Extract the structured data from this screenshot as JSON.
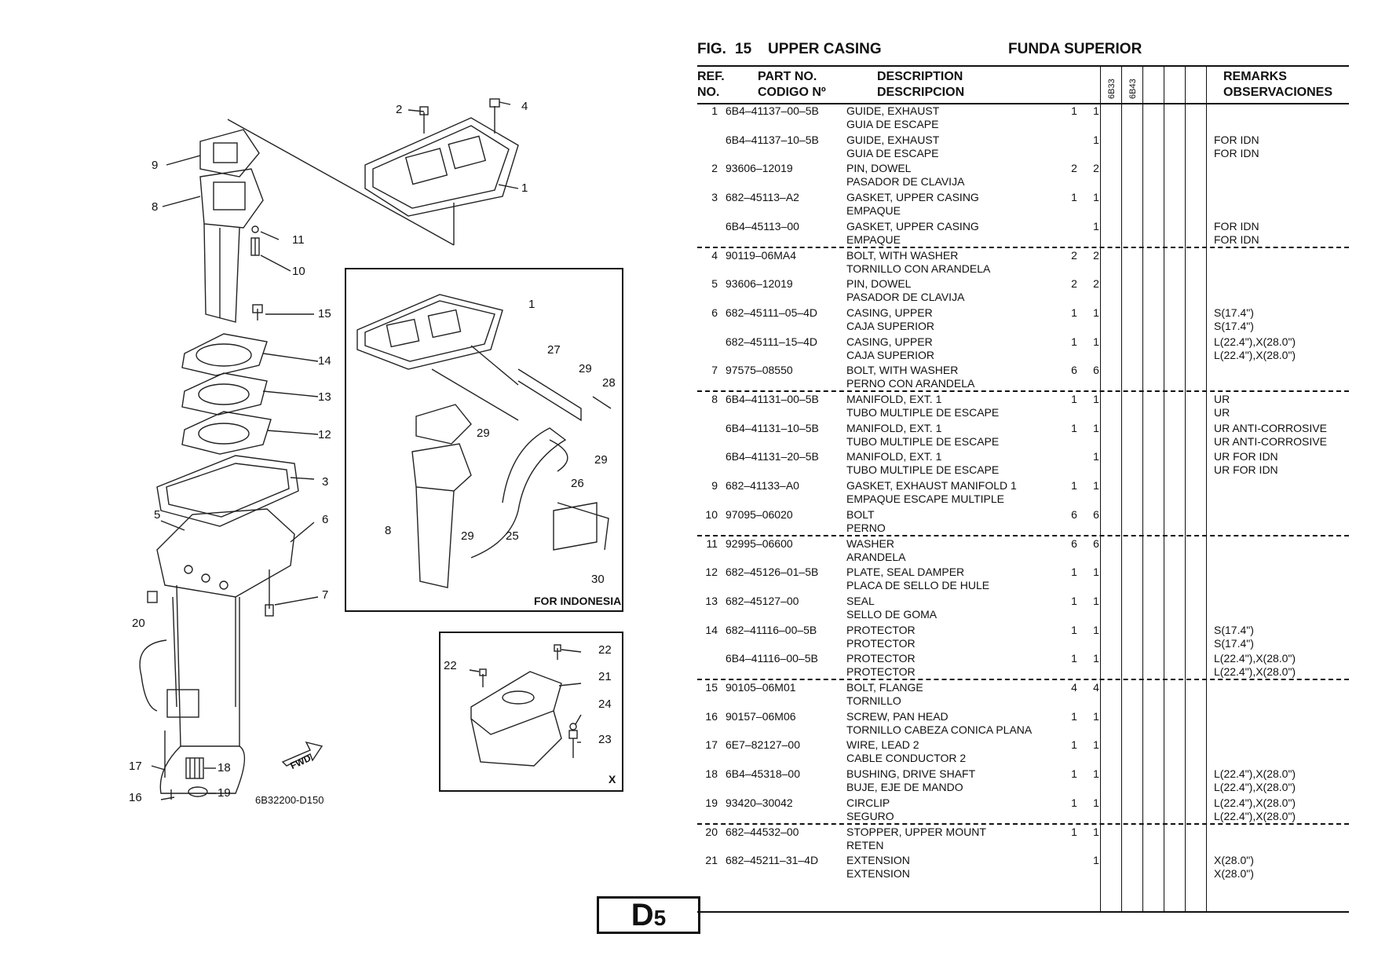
{
  "figure": {
    "fig_label": "FIG.",
    "fig_number": "15",
    "title_en": "UPPER CASING",
    "title_es": "FUNDA SUPERIOR"
  },
  "table_headers": {
    "ref_1": "REF.",
    "ref_2": "NO.",
    "part_1": "PART NO.",
    "part_2": "CODIGO Nº",
    "desc_1": "DESCRIPTION",
    "desc_2": "DESCRIPCION",
    "model_1": "6B33",
    "model_2": "6B43",
    "remarks_1": "REMARKS",
    "remarks_2": "OBSERVACIONES"
  },
  "rows": [
    {
      "ref": "1",
      "part": "6B4–41137–00–5B",
      "desc_en": "GUIDE, EXHAUST",
      "desc_es": "GUIA DE ESCAPE",
      "q1": "1",
      "q2": "1",
      "rem_1": "",
      "rem_2": ""
    },
    {
      "ref": "",
      "part": "6B4–41137–10–5B",
      "desc_en": "GUIDE, EXHAUST",
      "desc_es": "GUIA DE ESCAPE",
      "q1": "",
      "q2": "1",
      "rem_1": "FOR IDN",
      "rem_2": "FOR IDN"
    },
    {
      "ref": "2",
      "part": "93606–12019",
      "desc_en": "PIN, DOWEL",
      "desc_es": "PASADOR DE CLAVIJA",
      "q1": "2",
      "q2": "2",
      "rem_1": "",
      "rem_2": ""
    },
    {
      "ref": "3",
      "part": "682–45113–A2",
      "desc_en": "GASKET, UPPER CASING",
      "desc_es": "EMPAQUE",
      "q1": "1",
      "q2": "1",
      "rem_1": "",
      "rem_2": ""
    },
    {
      "ref": "",
      "part": "6B4–45113–00",
      "desc_en": "GASKET, UPPER CASING",
      "desc_es": "EMPAQUE",
      "q1": "",
      "q2": "1",
      "rem_1": "FOR IDN",
      "rem_2": "FOR IDN"
    },
    {
      "ref": "4",
      "part": "90119–06MA4",
      "desc_en": "BOLT, WITH WASHER",
      "desc_es": "TORNILLO CON ARANDELA",
      "q1": "2",
      "q2": "2",
      "rem_1": "",
      "rem_2": ""
    },
    {
      "ref": "5",
      "part": "93606–12019",
      "desc_en": "PIN, DOWEL",
      "desc_es": "PASADOR DE CLAVIJA",
      "q1": "2",
      "q2": "2",
      "rem_1": "",
      "rem_2": ""
    },
    {
      "ref": "6",
      "part": "682–45111–05–4D",
      "desc_en": "CASING, UPPER",
      "desc_es": "CAJA SUPERIOR",
      "q1": "1",
      "q2": "1",
      "rem_1": "S(17.4\")",
      "rem_2": "S(17.4\")"
    },
    {
      "ref": "",
      "part": "682–45111–15–4D",
      "desc_en": "CASING, UPPER",
      "desc_es": "CAJA SUPERIOR",
      "q1": "1",
      "q2": "1",
      "rem_1": "L(22.4\"),X(28.0\")",
      "rem_2": "L(22.4\"),X(28.0\")"
    },
    {
      "ref": "7",
      "part": "97575–08550",
      "desc_en": "BOLT, WITH WASHER",
      "desc_es": "PERNO CON ARANDELA",
      "q1": "6",
      "q2": "6",
      "rem_1": "",
      "rem_2": ""
    },
    {
      "ref": "8",
      "part": "6B4–41131–00–5B",
      "desc_en": "MANIFOLD, EXT. 1",
      "desc_es": "TUBO MULTIPLE DE ESCAPE",
      "q1": "1",
      "q2": "1",
      "rem_1": "UR",
      "rem_2": "UR"
    },
    {
      "ref": "",
      "part": "6B4–41131–10–5B",
      "desc_en": "MANIFOLD, EXT. 1",
      "desc_es": "TUBO MULTIPLE DE ESCAPE",
      "q1": "1",
      "q2": "1",
      "rem_1": "UR ANTI-CORROSIVE",
      "rem_2": "UR ANTI-CORROSIVE"
    },
    {
      "ref": "",
      "part": "6B4–41131–20–5B",
      "desc_en": "MANIFOLD, EXT. 1",
      "desc_es": "TUBO MULTIPLE DE ESCAPE",
      "q1": "",
      "q2": "1",
      "rem_1": "UR FOR IDN",
      "rem_2": "UR FOR IDN"
    },
    {
      "ref": "9",
      "part": "682–41133–A0",
      "desc_en": "GASKET, EXHAUST MANIFOLD 1",
      "desc_es": "EMPAQUE ESCAPE MULTIPLE",
      "q1": "1",
      "q2": "1",
      "rem_1": "",
      "rem_2": ""
    },
    {
      "ref": "10",
      "part": "97095–06020",
      "desc_en": "BOLT",
      "desc_es": "PERNO",
      "q1": "6",
      "q2": "6",
      "rem_1": "",
      "rem_2": ""
    },
    {
      "ref": "11",
      "part": "92995–06600",
      "desc_en": "WASHER",
      "desc_es": "ARANDELA",
      "q1": "6",
      "q2": "6",
      "rem_1": "",
      "rem_2": ""
    },
    {
      "ref": "12",
      "part": "682–45126–01–5B",
      "desc_en": "PLATE, SEAL DAMPER",
      "desc_es": "PLACA DE SELLO DE HULE",
      "q1": "1",
      "q2": "1",
      "rem_1": "",
      "rem_2": ""
    },
    {
      "ref": "13",
      "part": "682–45127–00",
      "desc_en": "SEAL",
      "desc_es": "SELLO DE GOMA",
      "q1": "1",
      "q2": "1",
      "rem_1": "",
      "rem_2": ""
    },
    {
      "ref": "14",
      "part": "682–41116–00–5B",
      "desc_en": "PROTECTOR",
      "desc_es": "PROTECTOR",
      "q1": "1",
      "q2": "1",
      "rem_1": "S(17.4\")",
      "rem_2": "S(17.4\")"
    },
    {
      "ref": "",
      "part": "6B4–41116–00–5B",
      "desc_en": "PROTECTOR",
      "desc_es": "PROTECTOR",
      "q1": "1",
      "q2": "1",
      "rem_1": "L(22.4\"),X(28.0\")",
      "rem_2": "L(22.4\"),X(28.0\")"
    },
    {
      "ref": "15",
      "part": "90105–06M01",
      "desc_en": "BOLT, FLANGE",
      "desc_es": "TORNILLO",
      "q1": "4",
      "q2": "4",
      "rem_1": "",
      "rem_2": ""
    },
    {
      "ref": "16",
      "part": "90157–06M06",
      "desc_en": "SCREW, PAN HEAD",
      "desc_es": "TORNILLO  CABEZA CONICA PLANA",
      "q1": "1",
      "q2": "1",
      "rem_1": "",
      "rem_2": ""
    },
    {
      "ref": "17",
      "part": "6E7–82127–00",
      "desc_en": "WIRE, LEAD 2",
      "desc_es": "CABLE  CONDUCTOR 2",
      "q1": "1",
      "q2": "1",
      "rem_1": "",
      "rem_2": ""
    },
    {
      "ref": "18",
      "part": "6B4–45318–00",
      "desc_en": "BUSHING, DRIVE SHAFT",
      "desc_es": "BUJE, EJE DE MANDO",
      "q1": "1",
      "q2": "1",
      "rem_1": "L(22.4\"),X(28.0\")",
      "rem_2": "L(22.4\"),X(28.0\")"
    },
    {
      "ref": "19",
      "part": "93420–30042",
      "desc_en": "CIRCLIP",
      "desc_es": "SEGURO",
      "q1": "1",
      "q2": "1",
      "rem_1": "L(22.4\"),X(28.0\")",
      "rem_2": "L(22.4\"),X(28.0\")"
    },
    {
      "ref": "20",
      "part": "682–44532–00",
      "desc_en": "STOPPER, UPPER MOUNT",
      "desc_es": "RETEN",
      "q1": "1",
      "q2": "1",
      "rem_1": "",
      "rem_2": ""
    },
    {
      "ref": "21",
      "part": "682–45211–31–4D",
      "desc_en": "EXTENSION",
      "desc_es": "EXTENSION",
      "q1": "",
      "q2": "1",
      "rem_1": "X(28.0\")",
      "rem_2": "X(28.0\")"
    }
  ],
  "diagram": {
    "callouts": [
      "1",
      "2",
      "3",
      "4",
      "5",
      "6",
      "7",
      "8",
      "9",
      "10",
      "11",
      "12",
      "13",
      "14",
      "15",
      "16",
      "17",
      "18",
      "19",
      "20"
    ],
    "inset_indonesia_callouts": [
      "1",
      "8",
      "25",
      "26",
      "27",
      "28",
      "29",
      "29",
      "29",
      "29",
      "30"
    ],
    "inset_indonesia_label": "FOR INDONESIA",
    "inset_x_callouts": [
      "21",
      "22",
      "22",
      "23",
      "24"
    ],
    "inset_x_label": "X",
    "fwd_label": "FWD",
    "drawing_code": "6B32200-D150"
  },
  "page_id": {
    "letter": "D",
    "number": "5"
  }
}
